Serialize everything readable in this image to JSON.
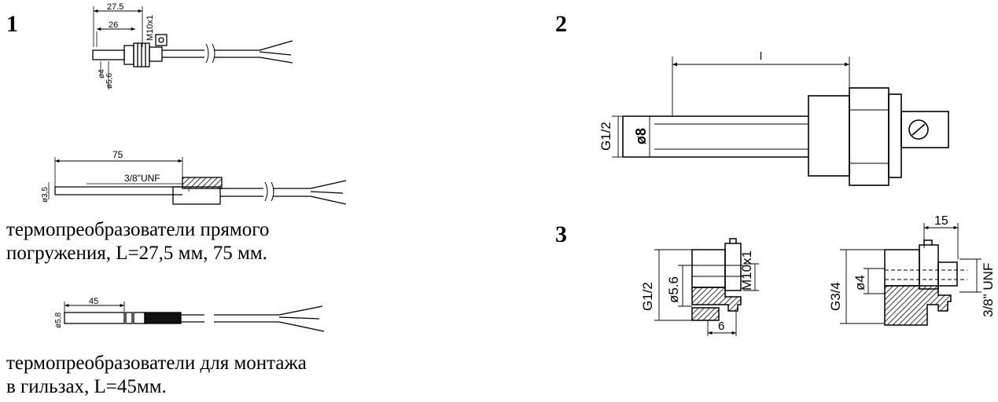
{
  "panels": {
    "p1": "1",
    "p2": "2",
    "p3": "3"
  },
  "captions": {
    "direct_line1": "термопреобразователи прямого",
    "direct_line2": "погружения, L=27,5 мм, 75 мм.",
    "sleeve_line1": "термопреобразователи для монтажа",
    "sleeve_line2": "в гильзах, L=45мм."
  },
  "dims": {
    "s1_len_total": "27.5",
    "s1_len_inner": "26",
    "s1_thread": "M10x1",
    "s1_d4": "ø4",
    "s1_d56": "ø5,6",
    "s2_len": "75",
    "s2_thread": "3/8\"UNF",
    "s2_d35": "ø3,5",
    "s3_len": "45",
    "s3_d58": "ø5,8",
    "p2_len": "l",
    "p2_thread": "G1/2",
    "p2_d8": "ø8",
    "a_thread": "G1/2",
    "a_d56": "ø5.6",
    "a_inner": "M10x1",
    "a_w6": "6",
    "b_w15": "15",
    "b_thread": "G3/4",
    "b_d4": "ø4",
    "b_unf": "3/8\" UNF"
  }
}
